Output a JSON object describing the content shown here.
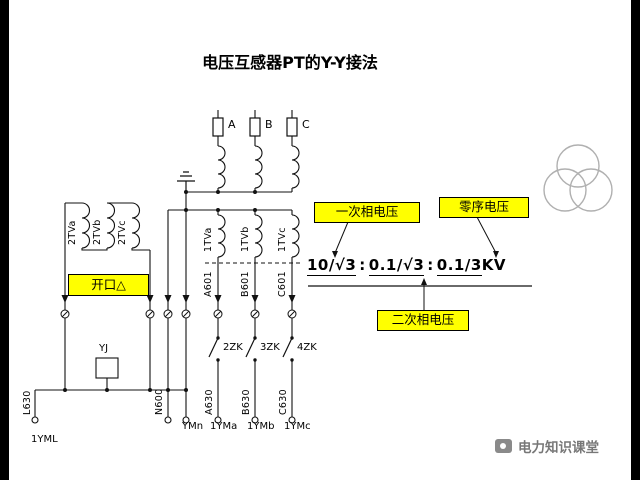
{
  "title": "电压互感器PT的Y-Y接法",
  "fuses": [
    "A",
    "B",
    "C"
  ],
  "left_winding_labels": [
    "2TVa",
    "2TVb",
    "2TVc"
  ],
  "secondary_winding_labels": [
    "1TVa",
    "1TVb",
    "1TVc"
  ],
  "wire_labels": {
    "mid": [
      "A601",
      "B601",
      "C601"
    ],
    "bottom": [
      "L630",
      "N600",
      "A630",
      "B630",
      "C630"
    ]
  },
  "open_delta": "开口△",
  "switches": [
    "2ZK",
    "3ZK",
    "4ZK"
  ],
  "relay": "YJ",
  "bus_labels": [
    "1YML",
    "YMn",
    "1YMa",
    "1YMb",
    "1YMc"
  ],
  "callouts": {
    "primary": "一次相电压",
    "zero_seq": "零序电压",
    "secondary": "二次相电压"
  },
  "ratio": {
    "part1": "10/√3",
    "colon1": ":",
    "part2": "0.1/√3",
    "colon2": ":",
    "part3": "0.1/3",
    "suffix": "KV"
  },
  "watermark": "电力知识课堂",
  "colors": {
    "highlight": "#ffff00",
    "line": "#111111",
    "logo_circles": "#b0b0b0",
    "watermark_text": "#777777"
  }
}
